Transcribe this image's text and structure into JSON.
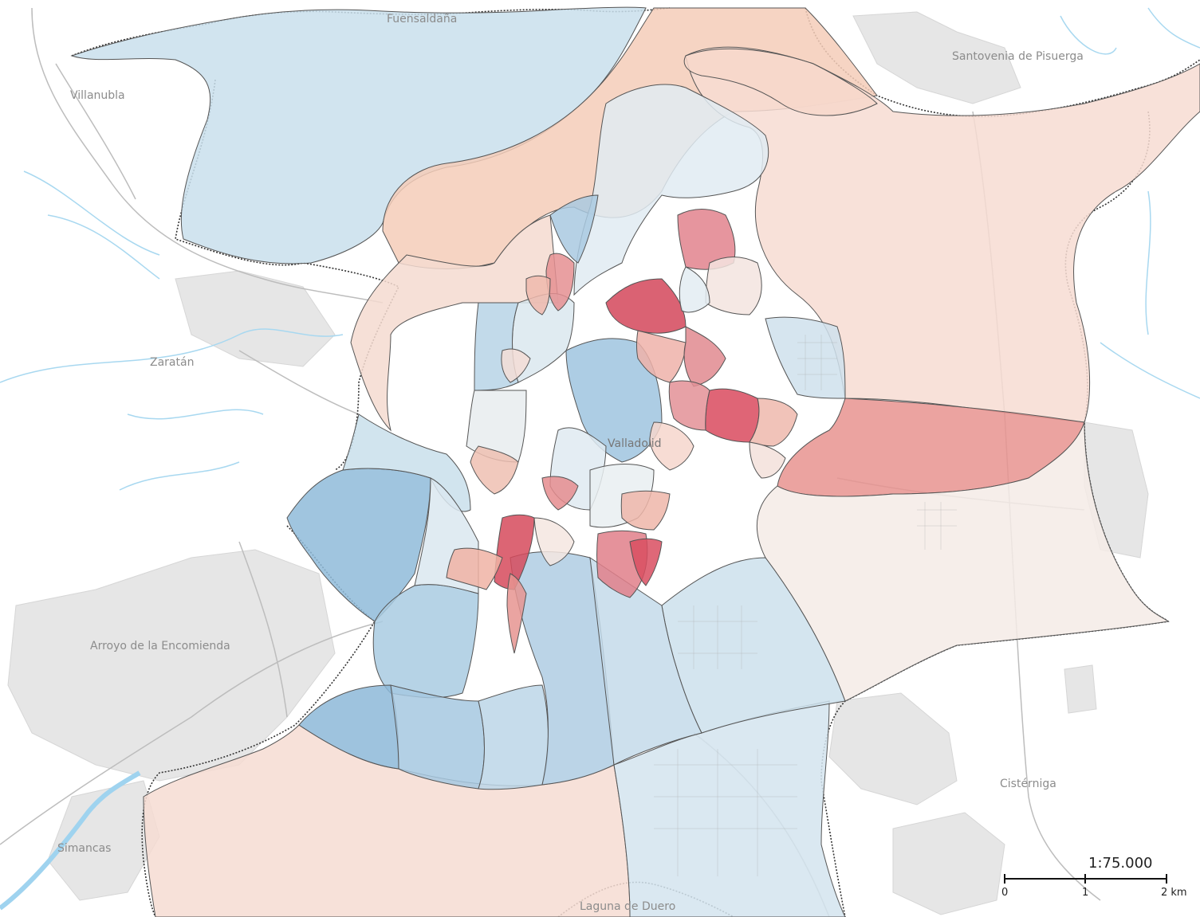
{
  "places": {
    "fuensaldana": "Fuensaldaña",
    "santovenia": "Santovenia de Pisuerga",
    "villanubla": "Villanubla",
    "zaratan": "Zaratán",
    "valladolid": "Valladolid",
    "arroyo": "Arroyo de la Encomienda",
    "cisterniga": "Cistérniga",
    "simancas": "Simancas",
    "laguna": "Laguna de Duero"
  },
  "scale": {
    "ratio": "1:75.000",
    "tick_0": "0",
    "tick_1": "1",
    "tick_2": "2 km"
  },
  "colors": {
    "strong_red": "#d6485a",
    "mid_red": "#e8939a",
    "light_red": "#f3cbbf",
    "pale_red": "#f7ded6",
    "neutral": "#f1efed",
    "pale_blue": "#dde9f0",
    "light_blue": "#c6dcea",
    "mid_blue": "#a6c8e0",
    "strong_blue": "#7fb0d3",
    "urban_gray": "#e4e4e4",
    "water": "#9fd3ef"
  }
}
